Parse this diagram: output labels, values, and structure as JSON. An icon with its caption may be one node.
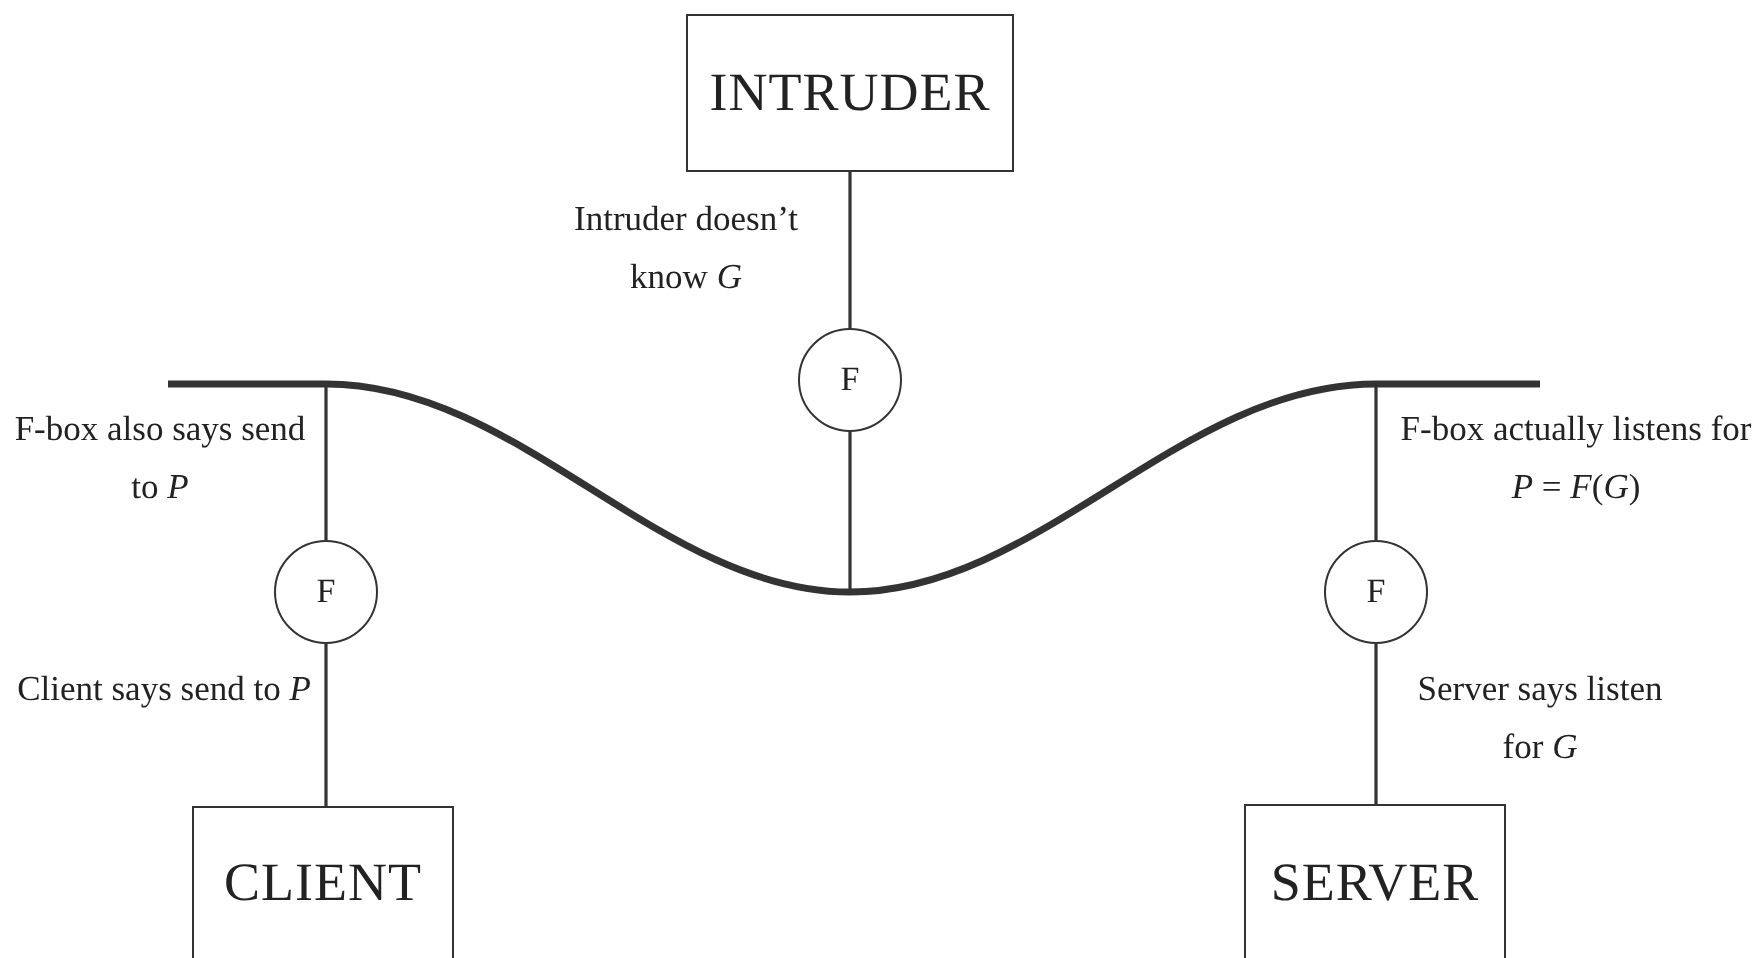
{
  "diagram": {
    "nodes": [
      {
        "text": [
          "INTRUDER"
        ]
      },
      {
        "text": [
          "F"
        ]
      },
      {
        "text": [
          "F"
        ]
      },
      {
        "text": [
          "F"
        ]
      },
      {
        "text": [
          "CLIENT"
        ]
      },
      {
        "text": [
          "SERVER"
        ]
      },
      {
        "text": [],
        "shape": "curve"
      }
    ],
    "edges": [
      {
        "from": 0,
        "to": 1,
        "arrow": "none",
        "label": "Intruder doesn’t know *G*"
      },
      {
        "from": 1,
        "to": 6,
        "arrow": "none"
      },
      {
        "from": 6,
        "to": 2,
        "arrow": "none",
        "label": "F-box also says send to *P*"
      },
      {
        "from": 2,
        "to": 4,
        "arrow": "none",
        "label": "Client says send to *P*"
      },
      {
        "from": 6,
        "to": 3,
        "arrow": "none",
        "label": "F-box actually listens for *P* = *F*(*G*)"
      },
      {
        "from": 3,
        "to": 5,
        "arrow": "none",
        "label": "Server says listen for *G*"
      }
    ]
  }
}
